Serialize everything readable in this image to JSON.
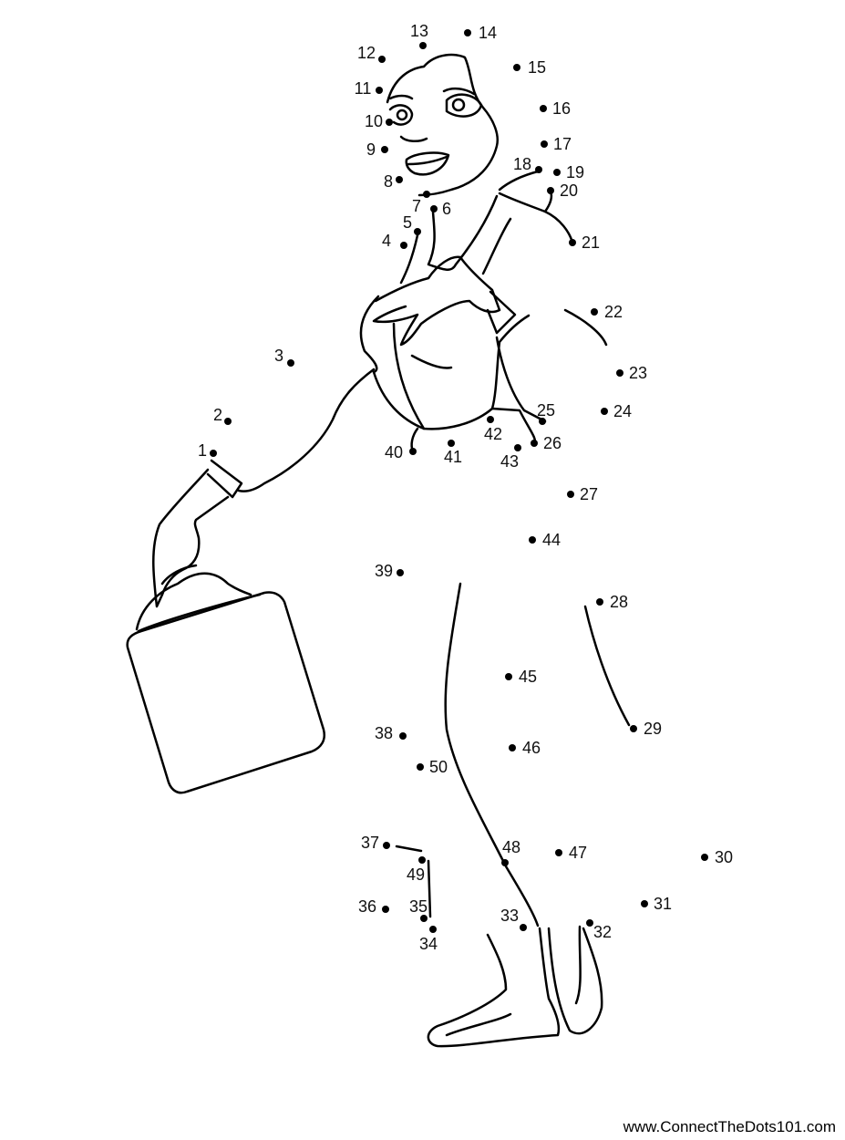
{
  "title": "Dot to dot puzzle",
  "dots": [
    "1",
    "2",
    "3",
    "4",
    "5",
    "6",
    "7",
    "8",
    "9",
    "10",
    "11",
    "12",
    "13",
    "14",
    "15",
    "16",
    "17",
    "18",
    "19",
    "20",
    "21",
    "22",
    "23",
    "24",
    "25",
    "26",
    "27",
    "28",
    "29",
    "30",
    "31",
    "32",
    "33",
    "34",
    "35",
    "36",
    "37",
    "38",
    "39",
    "40",
    "41",
    "42",
    "43",
    "44",
    "45",
    "46",
    "47",
    "48",
    "49",
    "50"
  ],
  "footer": {
    "website": "www.ConnectTheDots101.com"
  },
  "colors": {
    "ink": "#000000",
    "background": "#ffffff"
  }
}
